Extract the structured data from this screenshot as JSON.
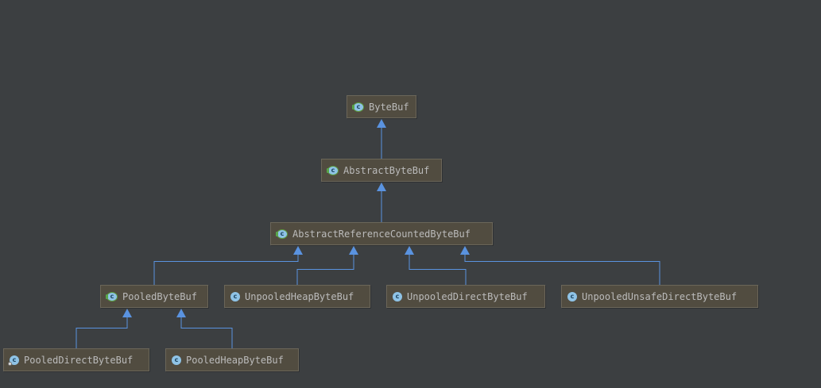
{
  "diagram": {
    "nodes": [
      {
        "id": "ByteBuf",
        "label": "ByteBuf",
        "icon": "abstract-class-icon",
        "icon_letter": "c"
      },
      {
        "id": "AbstractByteBuf",
        "label": "AbstractByteBuf",
        "icon": "abstract-class-icon",
        "icon_letter": "c"
      },
      {
        "id": "AbstractReferenceCountedByteBuf",
        "label": "AbstractReferenceCountedByteBuf",
        "icon": "abstract-class-icon",
        "icon_letter": "c"
      },
      {
        "id": "PooledByteBuf",
        "label": "PooledByteBuf",
        "icon": "abstract-class-icon",
        "icon_letter": "c"
      },
      {
        "id": "UnpooledHeapByteBuf",
        "label": "UnpooledHeapByteBuf",
        "icon": "class-icon",
        "icon_letter": "c"
      },
      {
        "id": "UnpooledDirectByteBuf",
        "label": "UnpooledDirectByteBuf",
        "icon": "class-icon",
        "icon_letter": "c"
      },
      {
        "id": "UnpooledUnsafeDirectByteBuf",
        "label": "UnpooledUnsafeDirectByteBuf",
        "icon": "class-icon",
        "icon_letter": "c"
      },
      {
        "id": "PooledDirectByteBuf",
        "label": "PooledDirectByteBuf",
        "icon": "final-class-icon",
        "icon_letter": "c"
      },
      {
        "id": "PooledHeapByteBuf",
        "label": "PooledHeapByteBuf",
        "icon": "class-icon",
        "icon_letter": "c"
      }
    ],
    "edges": [
      {
        "from": "AbstractByteBuf",
        "to": "ByteBuf",
        "type": "extends"
      },
      {
        "from": "AbstractReferenceCountedByteBuf",
        "to": "AbstractByteBuf",
        "type": "extends"
      },
      {
        "from": "PooledByteBuf",
        "to": "AbstractReferenceCountedByteBuf",
        "type": "extends"
      },
      {
        "from": "UnpooledHeapByteBuf",
        "to": "AbstractReferenceCountedByteBuf",
        "type": "extends"
      },
      {
        "from": "UnpooledDirectByteBuf",
        "to": "AbstractReferenceCountedByteBuf",
        "type": "extends"
      },
      {
        "from": "UnpooledUnsafeDirectByteBuf",
        "to": "AbstractReferenceCountedByteBuf",
        "type": "extends"
      },
      {
        "from": "PooledDirectByteBuf",
        "to": "PooledByteBuf",
        "type": "extends"
      },
      {
        "from": "PooledHeapByteBuf",
        "to": "PooledByteBuf",
        "type": "extends"
      }
    ]
  },
  "colors": {
    "background": "#3c3f41",
    "node_fill": "#514c40",
    "node_border": "#6b6659",
    "node_text": "#bbbbbb",
    "edge": "#5a93e0"
  }
}
